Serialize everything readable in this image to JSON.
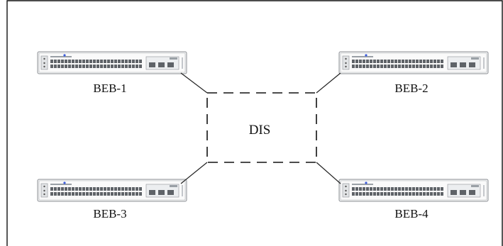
{
  "diagram": {
    "cloud_label": "DIS",
    "nodes": [
      {
        "id": "beb1",
        "label": "BEB-1"
      },
      {
        "id": "beb2",
        "label": "BEB-2"
      },
      {
        "id": "beb3",
        "label": "BEB-3"
      },
      {
        "id": "beb4",
        "label": "BEB-4"
      }
    ],
    "links": [
      {
        "from": "beb1",
        "to": "dis"
      },
      {
        "from": "beb2",
        "to": "dis"
      },
      {
        "from": "beb3",
        "to": "dis"
      },
      {
        "from": "beb4",
        "to": "dis"
      }
    ]
  }
}
